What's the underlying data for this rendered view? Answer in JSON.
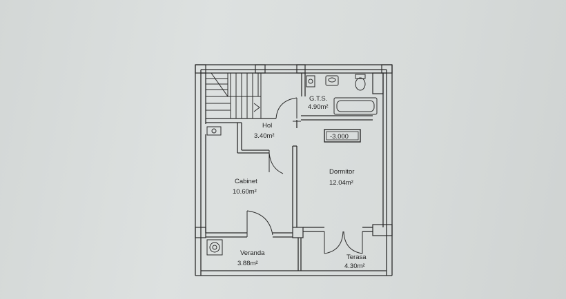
{
  "rooms": [
    {
      "name": "G.T.S.",
      "area": "4.90m²"
    },
    {
      "name": "Hol",
      "area": "3.40m²"
    },
    {
      "name": "Cabinet",
      "area": "10.60m²"
    },
    {
      "name": "Dormitor",
      "area": "12.04m²"
    },
    {
      "name": "Veranda",
      "area": "3.88m²"
    },
    {
      "name": "Terasa",
      "area": "4.30m²"
    }
  ],
  "level_mark": "-3.000",
  "colors": {
    "line": "#2a2a2a",
    "paper": "#dcdfde"
  }
}
